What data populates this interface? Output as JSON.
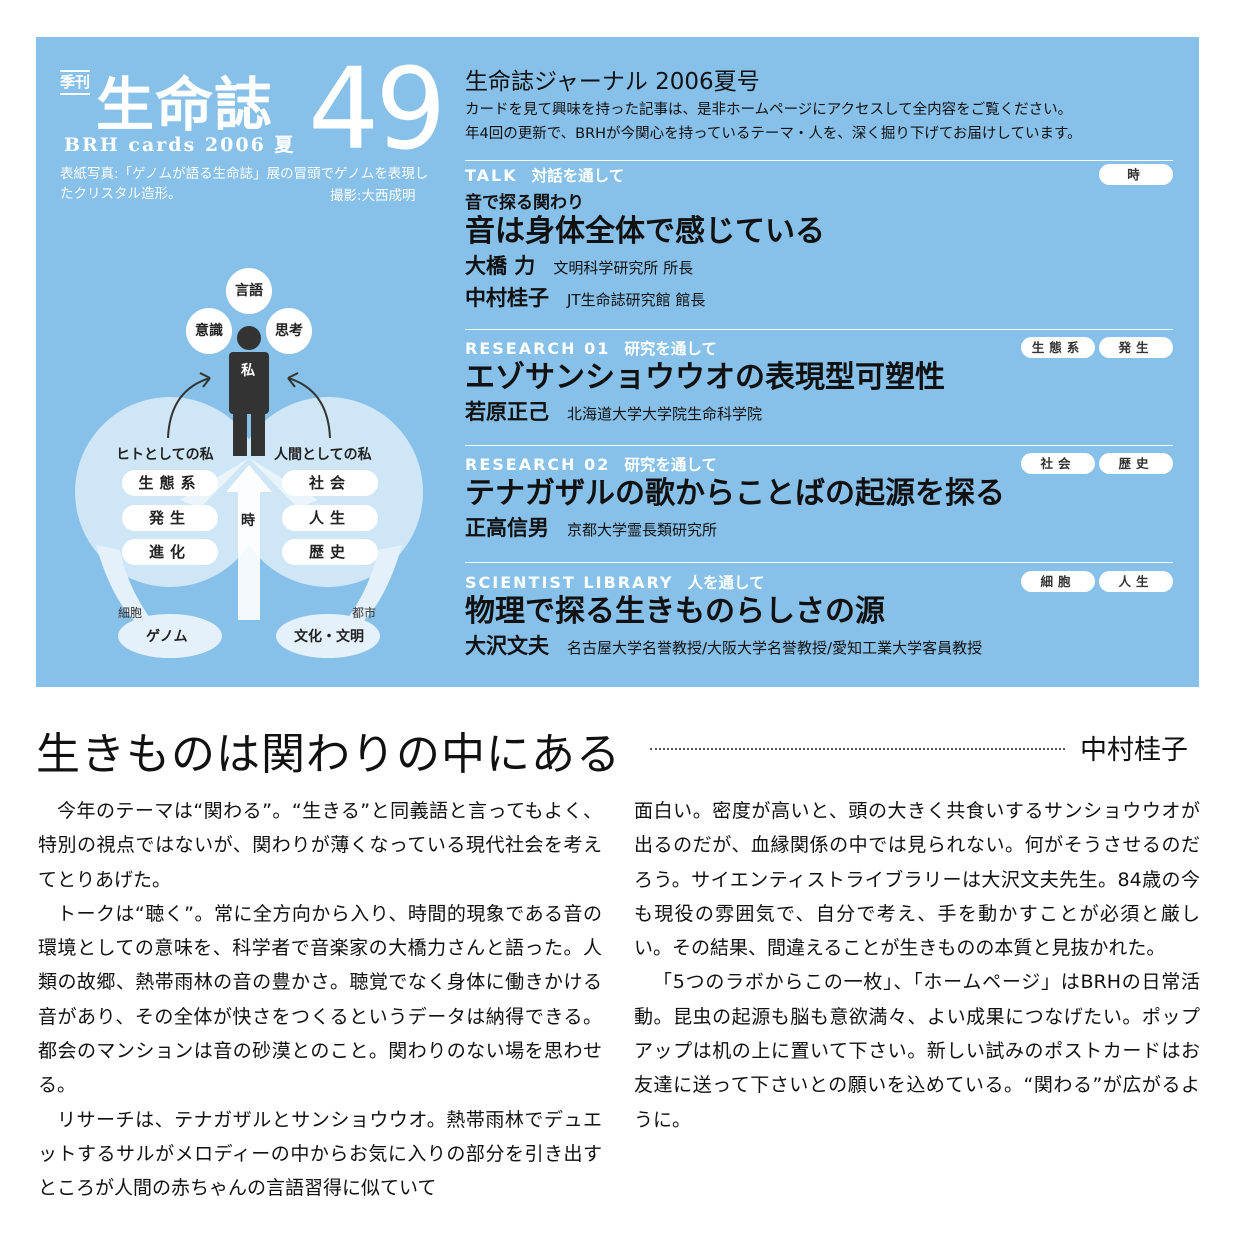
{
  "masthead": {
    "kanki": "季刊",
    "title": "生命誌",
    "subtitle": "BRH cards 2006 夏",
    "number": "49",
    "cover_note": "表紙写真:「ゲノムが語る生命誌」展の冒頭でゲノムを表現したクリスタル造形。",
    "credit": "撮影:大西成明"
  },
  "diagram": {
    "top_bubbles": [
      "言語",
      "意識",
      "思考"
    ],
    "center": "私",
    "left_label": "ヒトとしての私",
    "right_label": "人間としての私",
    "left_pills": [
      "生態系",
      "発生",
      "進化"
    ],
    "right_pills": [
      "社会",
      "人生",
      "歴史"
    ],
    "axis": "時",
    "left_small": "細胞",
    "left_base": "ゲノム",
    "right_small": "都市",
    "right_base": "文化・文明"
  },
  "journal": {
    "title": "生命誌ジャーナル 2006夏号",
    "intro": [
      "カードを見て興味を持った記事は、是非ホームページにアクセスして全内容をご覧ください。",
      "年4回の更新で、BRHが今関心を持っているテーマ・人を、深く掘り下げてお届けしています。"
    ]
  },
  "sections": [
    {
      "head": "TALK",
      "head_jp": "対話を通して",
      "tags": [
        "時"
      ],
      "kicker": "音で探る関わり",
      "title": "音は身体全体で感じている",
      "people": [
        {
          "name": "大橋 力",
          "aff": "文明科学研究所 所長"
        },
        {
          "name": "中村桂子",
          "aff": "JT生命誌研究館 館長"
        }
      ]
    },
    {
      "head": "RESEARCH 01",
      "head_jp": "研究を通して",
      "tags": [
        "生態系",
        "発生"
      ],
      "title": "エゾサンショウウオの表現型可塑性",
      "people": [
        {
          "name": "若原正己",
          "aff": "北海道大学大学院生命科学院"
        }
      ]
    },
    {
      "head": "RESEARCH 02",
      "head_jp": "研究を通して",
      "tags": [
        "社会",
        "歴史"
      ],
      "title": "テナガザルの歌からことばの起源を探る",
      "people": [
        {
          "name": "正高信男",
          "aff": "京都大学霊長類研究所"
        }
      ]
    },
    {
      "head": "SCIENTIST LIBRARY",
      "head_jp": "人を通して",
      "tags": [
        "細胞",
        "人生"
      ],
      "title": "物理で探る生きものらしさの源",
      "people": [
        {
          "name": "大沢文夫",
          "aff": "名古屋大学名誉教授/大阪大学名誉教授/愛知工業大学客員教授"
        }
      ]
    }
  ],
  "essay": {
    "title": "生きものは関わりの中にある",
    "author": "中村桂子",
    "left": [
      "今年のテーマは“関わる”。“生きる”と同義語と言ってもよく、特別の視点ではないが、関わりが薄くなっている現代社会を考えてとりあげた。",
      "トークは“聴く”。常に全方向から入り、時間的現象である音の環境としての意味を、科学者で音楽家の大橋力さんと語った。人類の故郷、熱帯雨林の音の豊かさ。聴覚でなく身体に働きかける音があり、その全体が快さをつくるというデータは納得できる。都会のマンションは音の砂漠とのこと。関わりのない場を思わせる。",
      "リサーチは、テナガザルとサンショウウオ。熱帯雨林でデュエットするサルがメロディーの中からお気に入りの部分を引き出すところが人間の赤ちゃんの言語習得に似ていて"
    ],
    "right": [
      "面白い。密度が高いと、頭の大きく共食いするサンショウウオが出るのだが、血縁関係の中では見られない。何がそうさせるのだろう。サイエンティストライブラリーは大沢文夫先生。84歳の今も現役の雰囲気で、自分で考え、手を動かすことが必須と厳しい。その結果、間違えることが生きものの本質と見抜かれた。",
      "「5つのラボからこの一枚」、「ホームページ」はBRHの日常活動。昆虫の起源も脳も意欲満々、よい成果につなげたい。ポップアップは机の上に置いて下さい。新しい試みのポストカードはお友達に送って下さいとの願いを込めている。“関わる”が広がるように。"
    ]
  },
  "colors": {
    "panel": "#87c0e8",
    "accent_white": "#ffffff",
    "text": "#111111"
  }
}
